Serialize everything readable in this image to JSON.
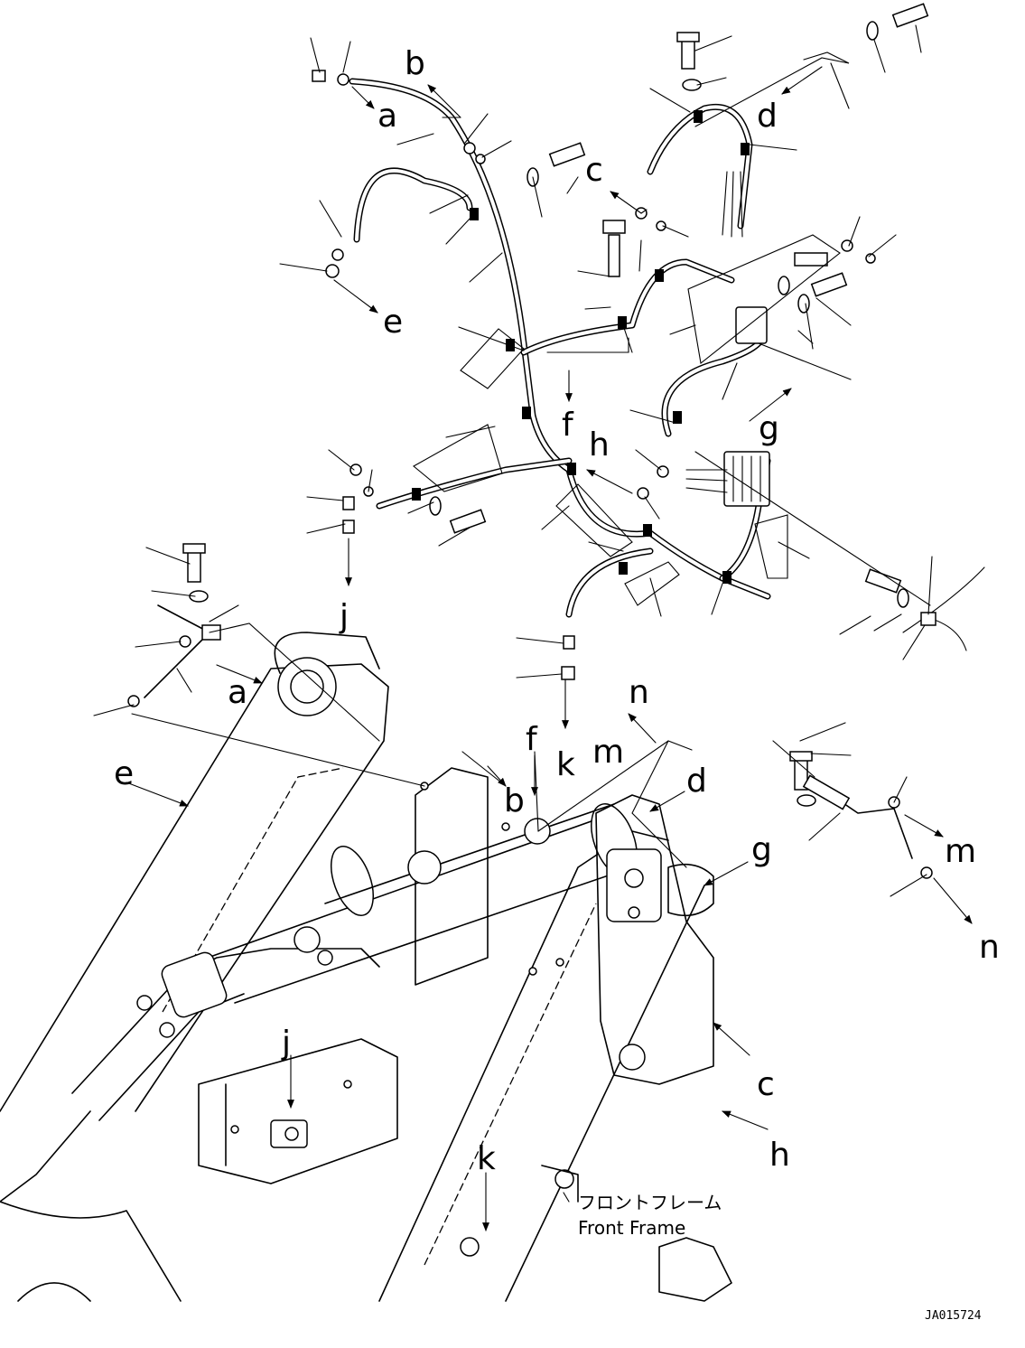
{
  "callouts": {
    "a": "a",
    "b": "b",
    "c": "c",
    "d": "d",
    "e": "e",
    "f": "f",
    "g": "g",
    "h": "h",
    "j": "j",
    "k": "k",
    "m": "m",
    "n": "n"
  },
  "frame_label": {
    "japanese": "フロントフレーム",
    "english": "Front Frame"
  },
  "drawing_ref": "JA015724"
}
